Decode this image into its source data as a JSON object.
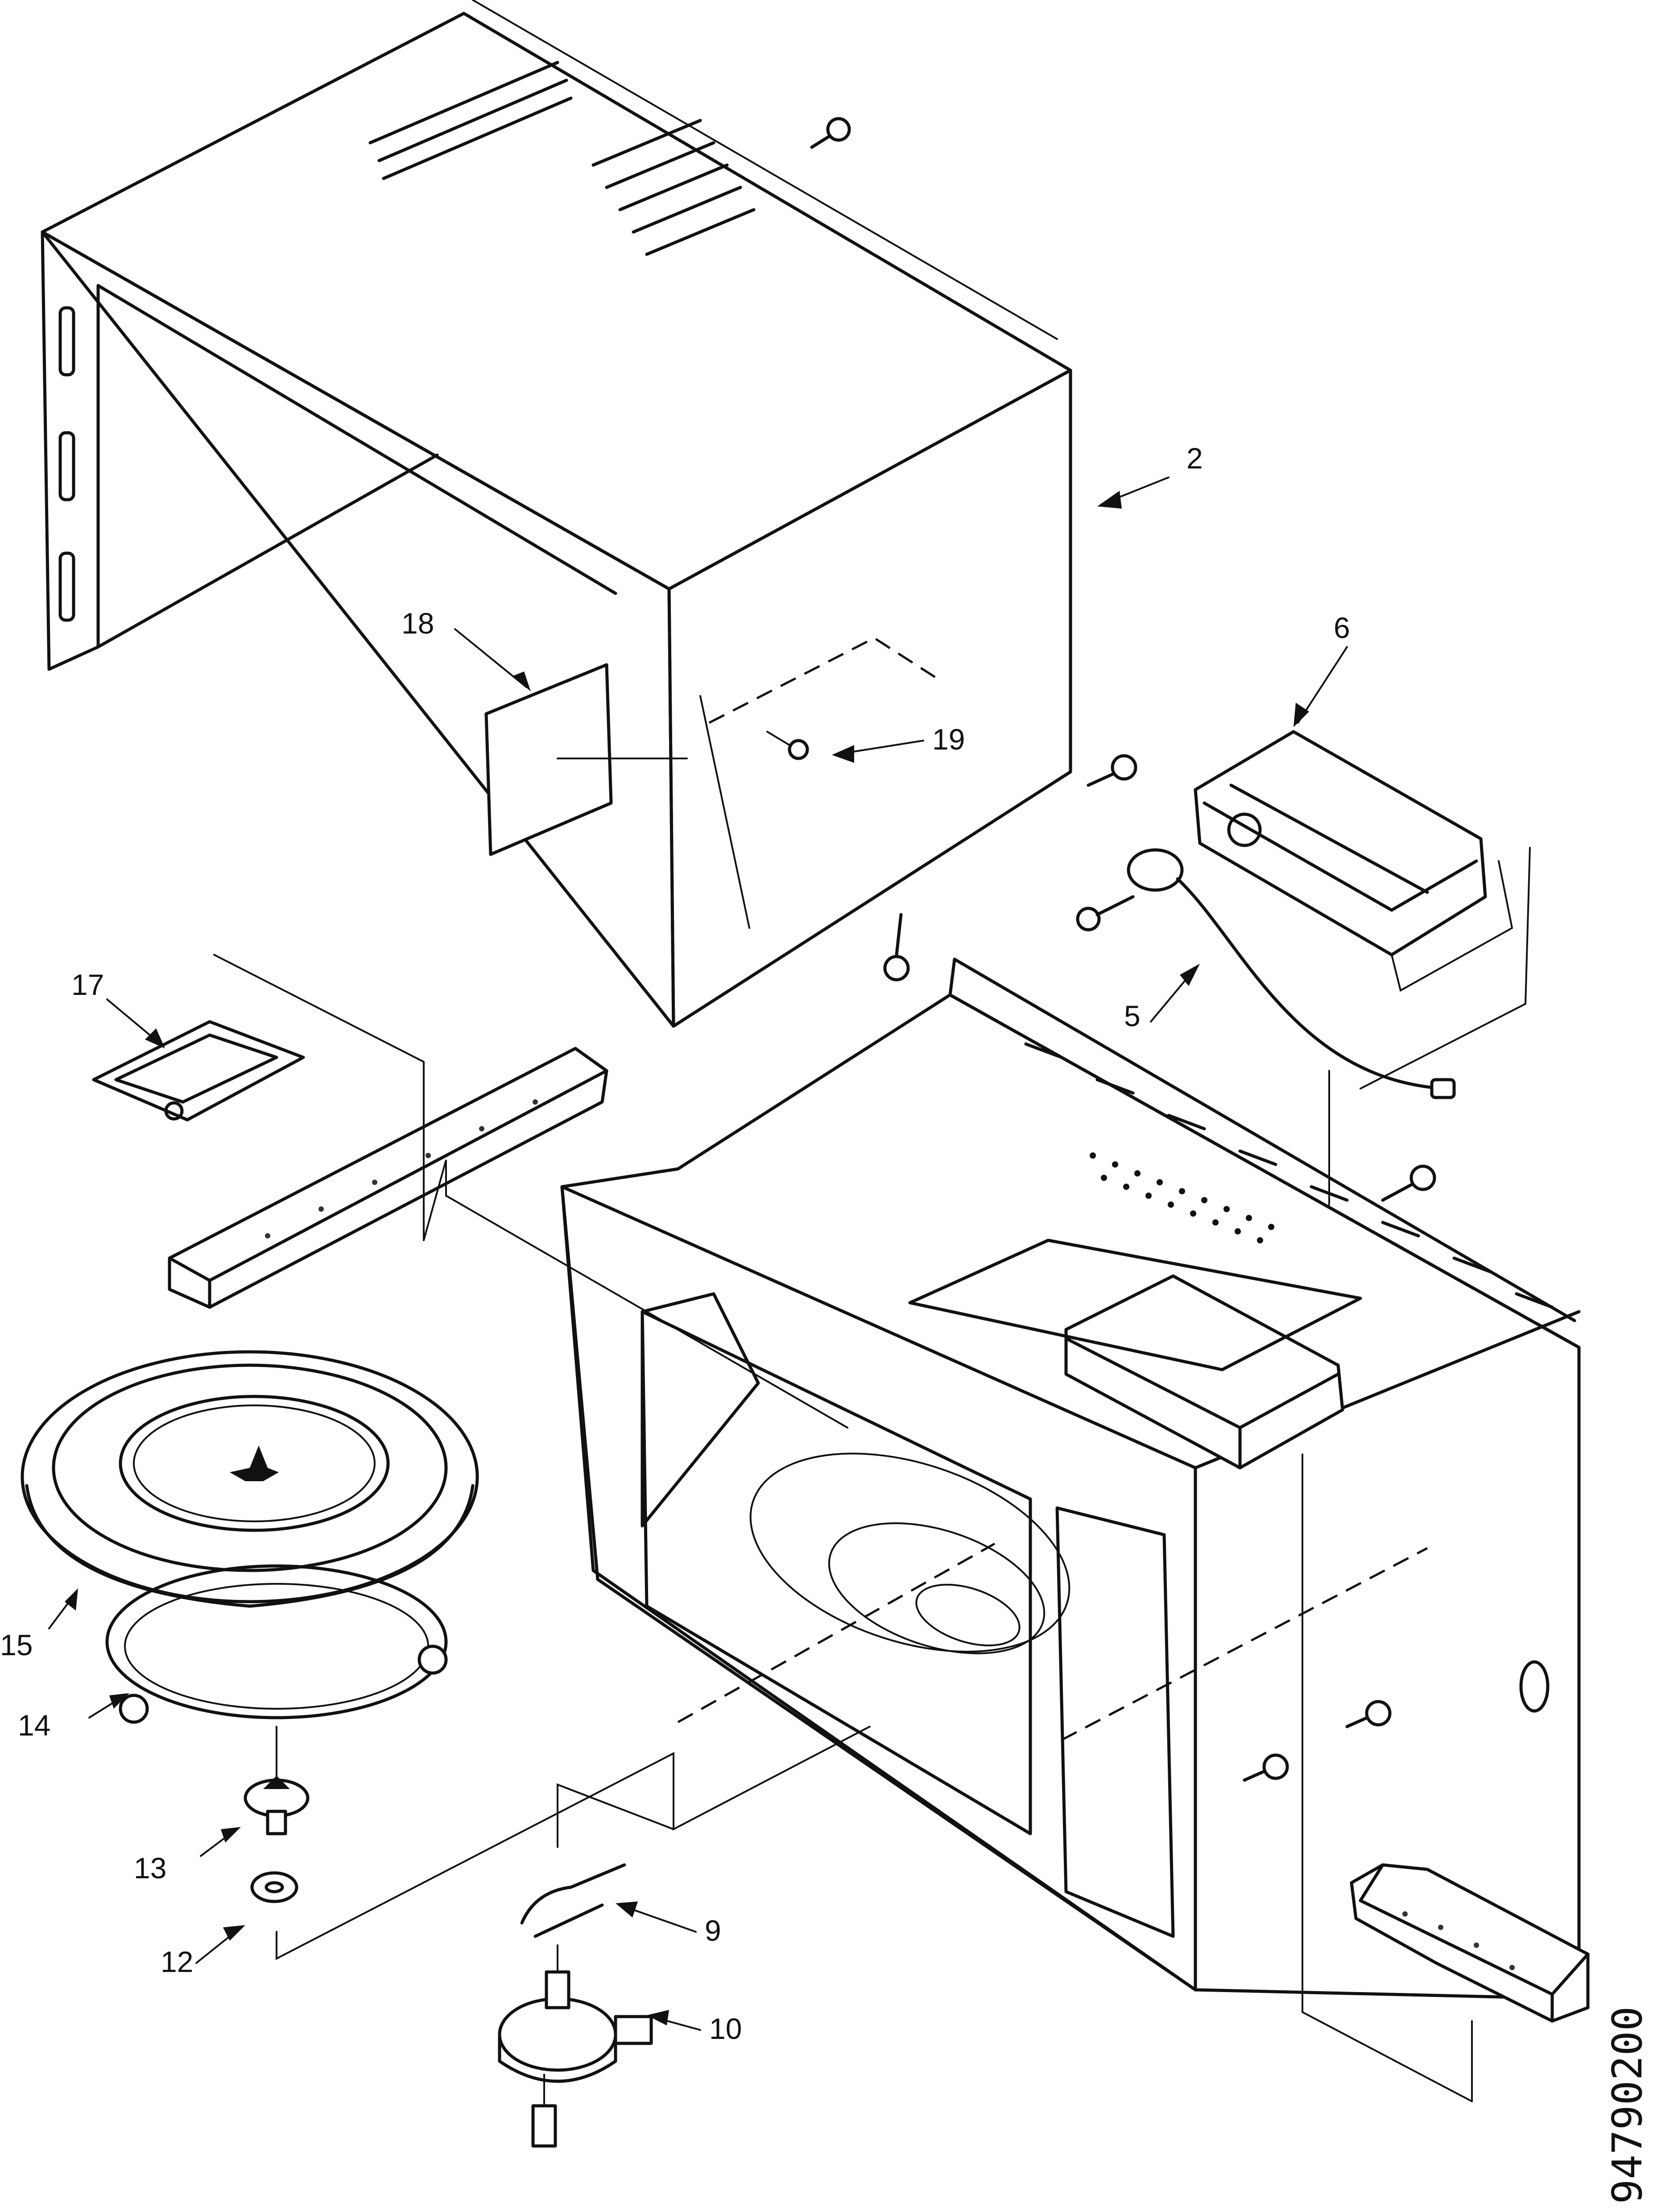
{
  "diagram": {
    "callouts": [
      {
        "id": "2",
        "text": "2"
      },
      {
        "id": "5",
        "text": "5"
      },
      {
        "id": "6",
        "text": "6"
      },
      {
        "id": "9",
        "text": "9"
      },
      {
        "id": "10",
        "text": "10"
      },
      {
        "id": "12",
        "text": "12"
      },
      {
        "id": "13",
        "text": "13"
      },
      {
        "id": "14",
        "text": "14"
      },
      {
        "id": "15",
        "text": "15"
      },
      {
        "id": "17",
        "text": "17"
      },
      {
        "id": "18",
        "text": "18"
      },
      {
        "id": "19",
        "text": "19"
      }
    ],
    "document_number": "94790200"
  }
}
